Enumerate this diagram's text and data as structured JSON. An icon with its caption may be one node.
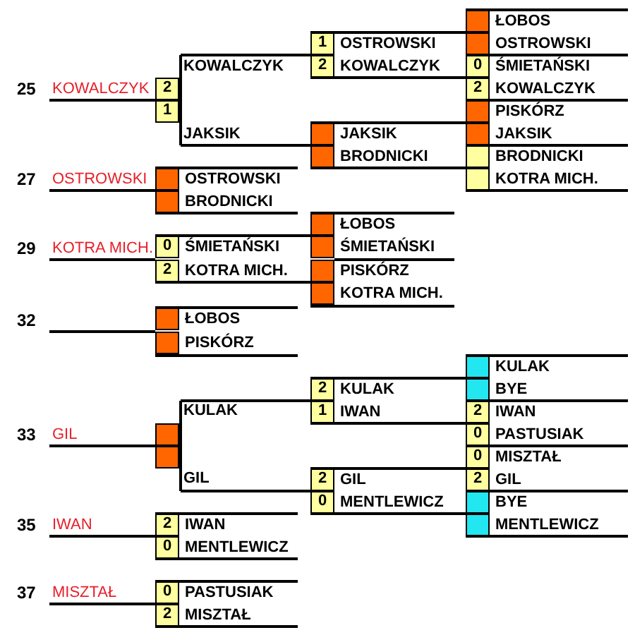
{
  "diagram": {
    "nodes": [
      {
        "text": [
          "2"
        ]
      },
      {
        "text": [
          "1"
        ]
      },
      {
        "text": [],
        "shape": "box",
        "beside": [
          "OSTROWSKI"
        ]
      },
      {
        "text": [],
        "shape": "box",
        "beside": [
          "BRODNICKI"
        ]
      },
      {
        "text": [
          "0"
        ],
        "beside": [
          "ŚMIETAŃSKI"
        ]
      },
      {
        "text": [
          "2"
        ],
        "beside": [
          "KOTRA MICH."
        ]
      },
      {
        "text": [],
        "shape": "box",
        "beside": [
          "ŁOBOS"
        ]
      },
      {
        "text": [],
        "shape": "box",
        "beside": [
          "PISKÓRZ"
        ]
      },
      {
        "text": [],
        "shape": "box"
      },
      {
        "text": [],
        "shape": "box"
      },
      {
        "text": [
          "2"
        ],
        "beside": [
          "IWAN"
        ]
      },
      {
        "text": [
          "0"
        ],
        "beside": [
          "MENTLEWICZ"
        ]
      },
      {
        "text": [
          "0"
        ],
        "beside": [
          "PASTUSIAK"
        ]
      },
      {
        "text": [
          "2"
        ],
        "beside": [
          "MISZTAŁ"
        ]
      },
      {
        "text": [
          "1"
        ],
        "beside": [
          "OSTROWSKI"
        ]
      },
      {
        "text": [
          "2"
        ],
        "beside": [
          "KOWALCZYK"
        ]
      },
      {
        "text": [],
        "shape": "box",
        "beside": [
          "JAKSIK"
        ]
      },
      {
        "text": [],
        "shape": "box",
        "beside": [
          "BRODNICKI"
        ]
      },
      {
        "text": [],
        "shape": "box",
        "beside": [
          "ŁOBOS"
        ]
      },
      {
        "text": [],
        "shape": "box",
        "beside": [
          "ŚMIETAŃSKI"
        ]
      },
      {
        "text": [],
        "shape": "box",
        "beside": [
          "PISKÓRZ"
        ]
      },
      {
        "text": [],
        "shape": "box",
        "beside": [
          "KOTRA MICH."
        ]
      },
      {
        "text": [
          "2"
        ],
        "beside": [
          "KULAK"
        ]
      },
      {
        "text": [
          "1"
        ],
        "beside": [
          "IWAN"
        ]
      },
      {
        "text": [
          "2"
        ],
        "beside": [
          "GIL"
        ]
      },
      {
        "text": [
          "0"
        ],
        "beside": [
          "MENTLEWICZ"
        ]
      },
      {
        "text": [],
        "shape": "box",
        "beside": [
          "ŁOBOS"
        ]
      },
      {
        "text": [],
        "shape": "box",
        "beside": [
          "OSTROWSKI"
        ]
      },
      {
        "text": [
          "0"
        ],
        "beside": [
          "ŚMIETAŃSKI"
        ]
      },
      {
        "text": [
          "2"
        ],
        "beside": [
          "KOWALCZYK"
        ]
      },
      {
        "text": [],
        "shape": "box",
        "beside": [
          "PISKÓRZ"
        ]
      },
      {
        "text": [],
        "shape": "box",
        "beside": [
          "JAKSIK"
        ]
      },
      {
        "text": [],
        "shape": "box",
        "beside": [
          "BRODNICKI"
        ]
      },
      {
        "text": [],
        "shape": "box",
        "beside": [
          "KOTRA MICH."
        ]
      },
      {
        "text": [],
        "shape": "box",
        "beside": [
          "KULAK"
        ]
      },
      {
        "text": [],
        "shape": "box",
        "beside": [
          "BYE"
        ]
      },
      {
        "text": [
          "2"
        ],
        "beside": [
          "IWAN"
        ]
      },
      {
        "text": [
          "0"
        ],
        "beside": [
          "PASTUSIAK"
        ]
      },
      {
        "text": [
          "0"
        ],
        "beside": [
          "MISZTAŁ"
        ]
      },
      {
        "text": [
          "2"
        ],
        "beside": [
          "GIL"
        ]
      },
      {
        "text": [],
        "shape": "box",
        "beside": [
          "BYE"
        ]
      },
      {
        "text": [],
        "shape": "box",
        "beside": [
          "MENTLEWICZ"
        ]
      }
    ],
    "labels": [
      "KOWALCZYK",
      "25",
      "KOWALCZYK",
      "JAKSIK",
      "27",
      "OSTROWSKI",
      "29",
      "KOTRA MICH.",
      "32",
      "KULAK",
      "33",
      "GIL",
      "GIL",
      "35",
      "IWAN",
      "37",
      "MISZTAŁ"
    ]
  }
}
